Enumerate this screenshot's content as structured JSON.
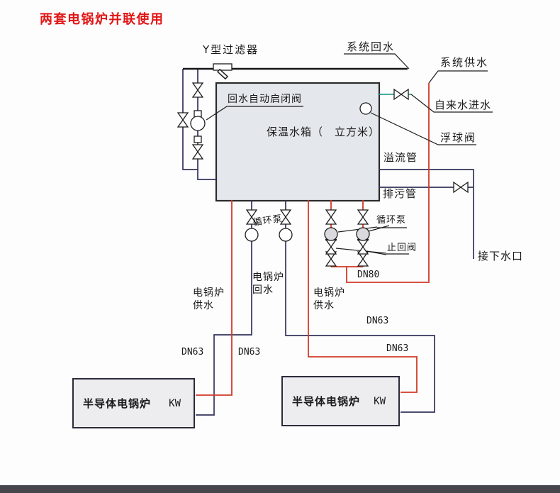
{
  "title": "两套电锅炉并联使用",
  "labels": {
    "y_filter": "Y型过滤器",
    "system_return": "系统回水",
    "system_supply": "系统供水",
    "tap_water_inlet": "自来水进水",
    "float_valve": "浮球阀",
    "auto_open_close_valve": "回水自动启闭阀",
    "tank": "保温水箱（　立方米）",
    "overflow_pipe": "溢流管",
    "drain_pipe": "排污管",
    "circulation_pump_left": "循环泵",
    "circulation_pump_right": "循环泵",
    "check_valve": "止回阀",
    "dn80": "DN80",
    "to_drain_outlet": "接下水口",
    "boiler_supply_left": "电锅炉\n供水",
    "boiler_return": "电锅炉\n回水",
    "boiler_supply_right": "电锅炉\n供水",
    "dn63_a": "DN63",
    "dn63_b": "DN63",
    "dn63_c": "DN63",
    "dn63_d": "DN63"
  },
  "boilers": [
    {
      "name": "半导体电锅炉",
      "power_unit": "KW"
    },
    {
      "name": "半导体电锅炉",
      "power_unit": "KW"
    }
  ],
  "colors": {
    "supply_pipe": "#cf3a28",
    "return_pipe": "#33335c",
    "tap_water_pipe": "#2f9e98",
    "annotation": "#1d1d1d",
    "title": "#e21616"
  }
}
